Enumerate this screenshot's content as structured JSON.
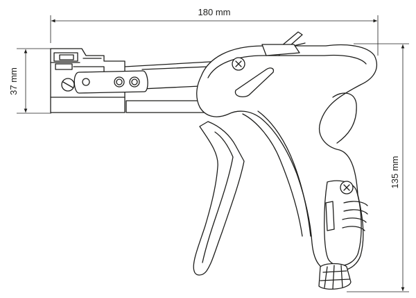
{
  "dimensions": {
    "length_label": "180 mm",
    "height_label": "135 mm",
    "head_height_label": "37 mm"
  },
  "colors": {
    "line": "#1d1d1b",
    "background": "#ffffff"
  }
}
